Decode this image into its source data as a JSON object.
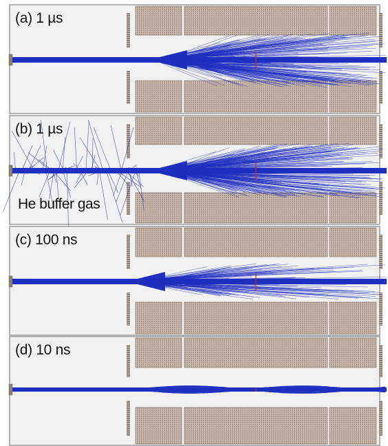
{
  "figure": {
    "panels": [
      {
        "id": "a",
        "label": "(a) 1 µs",
        "beam_type": "fan_wide",
        "start_x_fraction": 0.36,
        "note": ""
      },
      {
        "id": "b",
        "label": "(b) 1 µs",
        "beam_type": "fan_gas",
        "start_x_fraction": 0.36,
        "note": "He buffer gas"
      },
      {
        "id": "c",
        "label": "(c) 100 ns",
        "beam_type": "fan_narrow",
        "start_x_fraction": 0.36,
        "note": ""
      },
      {
        "id": "d",
        "label": "(d) 10 ns",
        "beam_type": "focused",
        "start_x_fraction": 0.36,
        "note": ""
      }
    ],
    "colors": {
      "trajectory": "#1f2fbf",
      "electrode": "#9b887b",
      "electrode_grid": "#c9bcb3",
      "marker": "#e02020",
      "panel_border": "#9a9a9a",
      "background": "#f1f1f1",
      "end_plate": "#8c7f74"
    }
  }
}
